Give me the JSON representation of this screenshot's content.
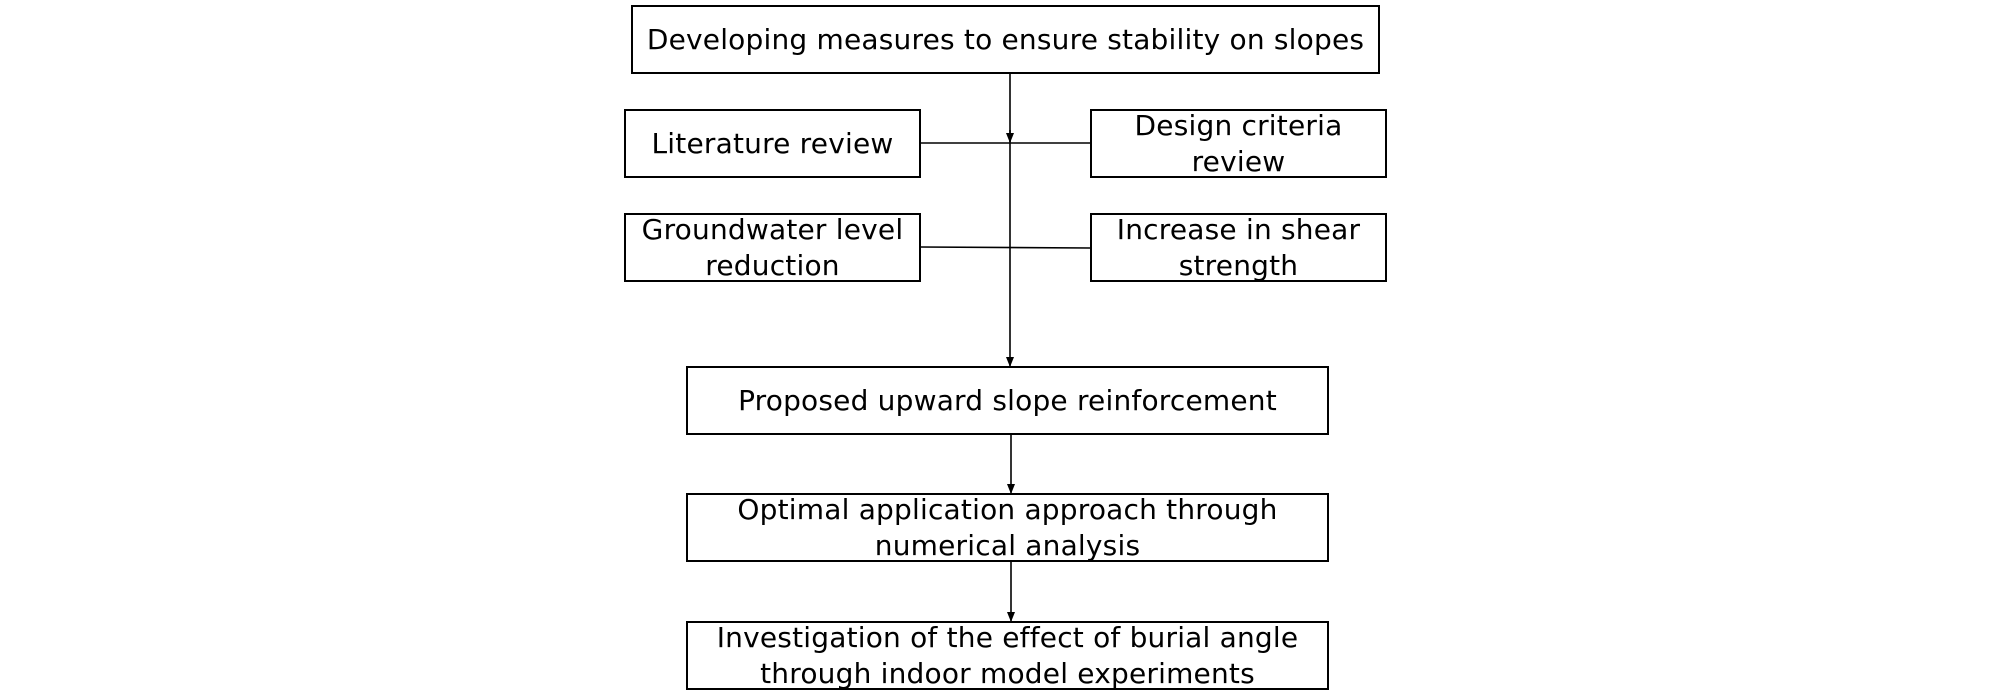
{
  "diagram": {
    "goal": "Developing measures to ensure stability on slopes",
    "literature_review": "Literature review",
    "design_criteria_review": "Design criteria\nreview",
    "groundwater_level_reduction": "Groundwater level\nreduction",
    "shear_strength_increase": "Increase in shear\nstrength",
    "proposed_reinforcement": "Proposed upward slope reinforcement",
    "numerical_analysis": "Optimal application approach through\nnumerical analysis",
    "model_experiments": "Investigation of the effect of burial angle\nthrough indoor model experiments"
  },
  "colors": {
    "stroke": "#000000",
    "background": "#ffffff"
  }
}
